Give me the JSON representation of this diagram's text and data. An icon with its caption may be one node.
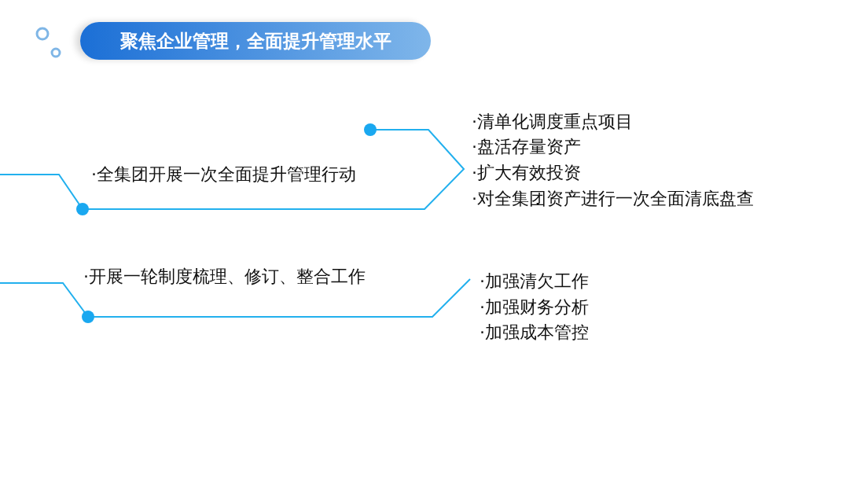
{
  "diagram": {
    "title": "聚焦企业管理，全面提升管理水平",
    "labels": [
      "·全集团开展一次全面提升管理行动",
      "·清单化调度重点项目",
      "·盘活存量资产",
      "·扩大有效投资",
      "·对全集团资产进行一次全面清底盘查",
      "·开展一轮制度梳理、修订、整合工作",
      "·加强清欠工作",
      "·加强财务分析",
      "·加强成本管控"
    ]
  }
}
